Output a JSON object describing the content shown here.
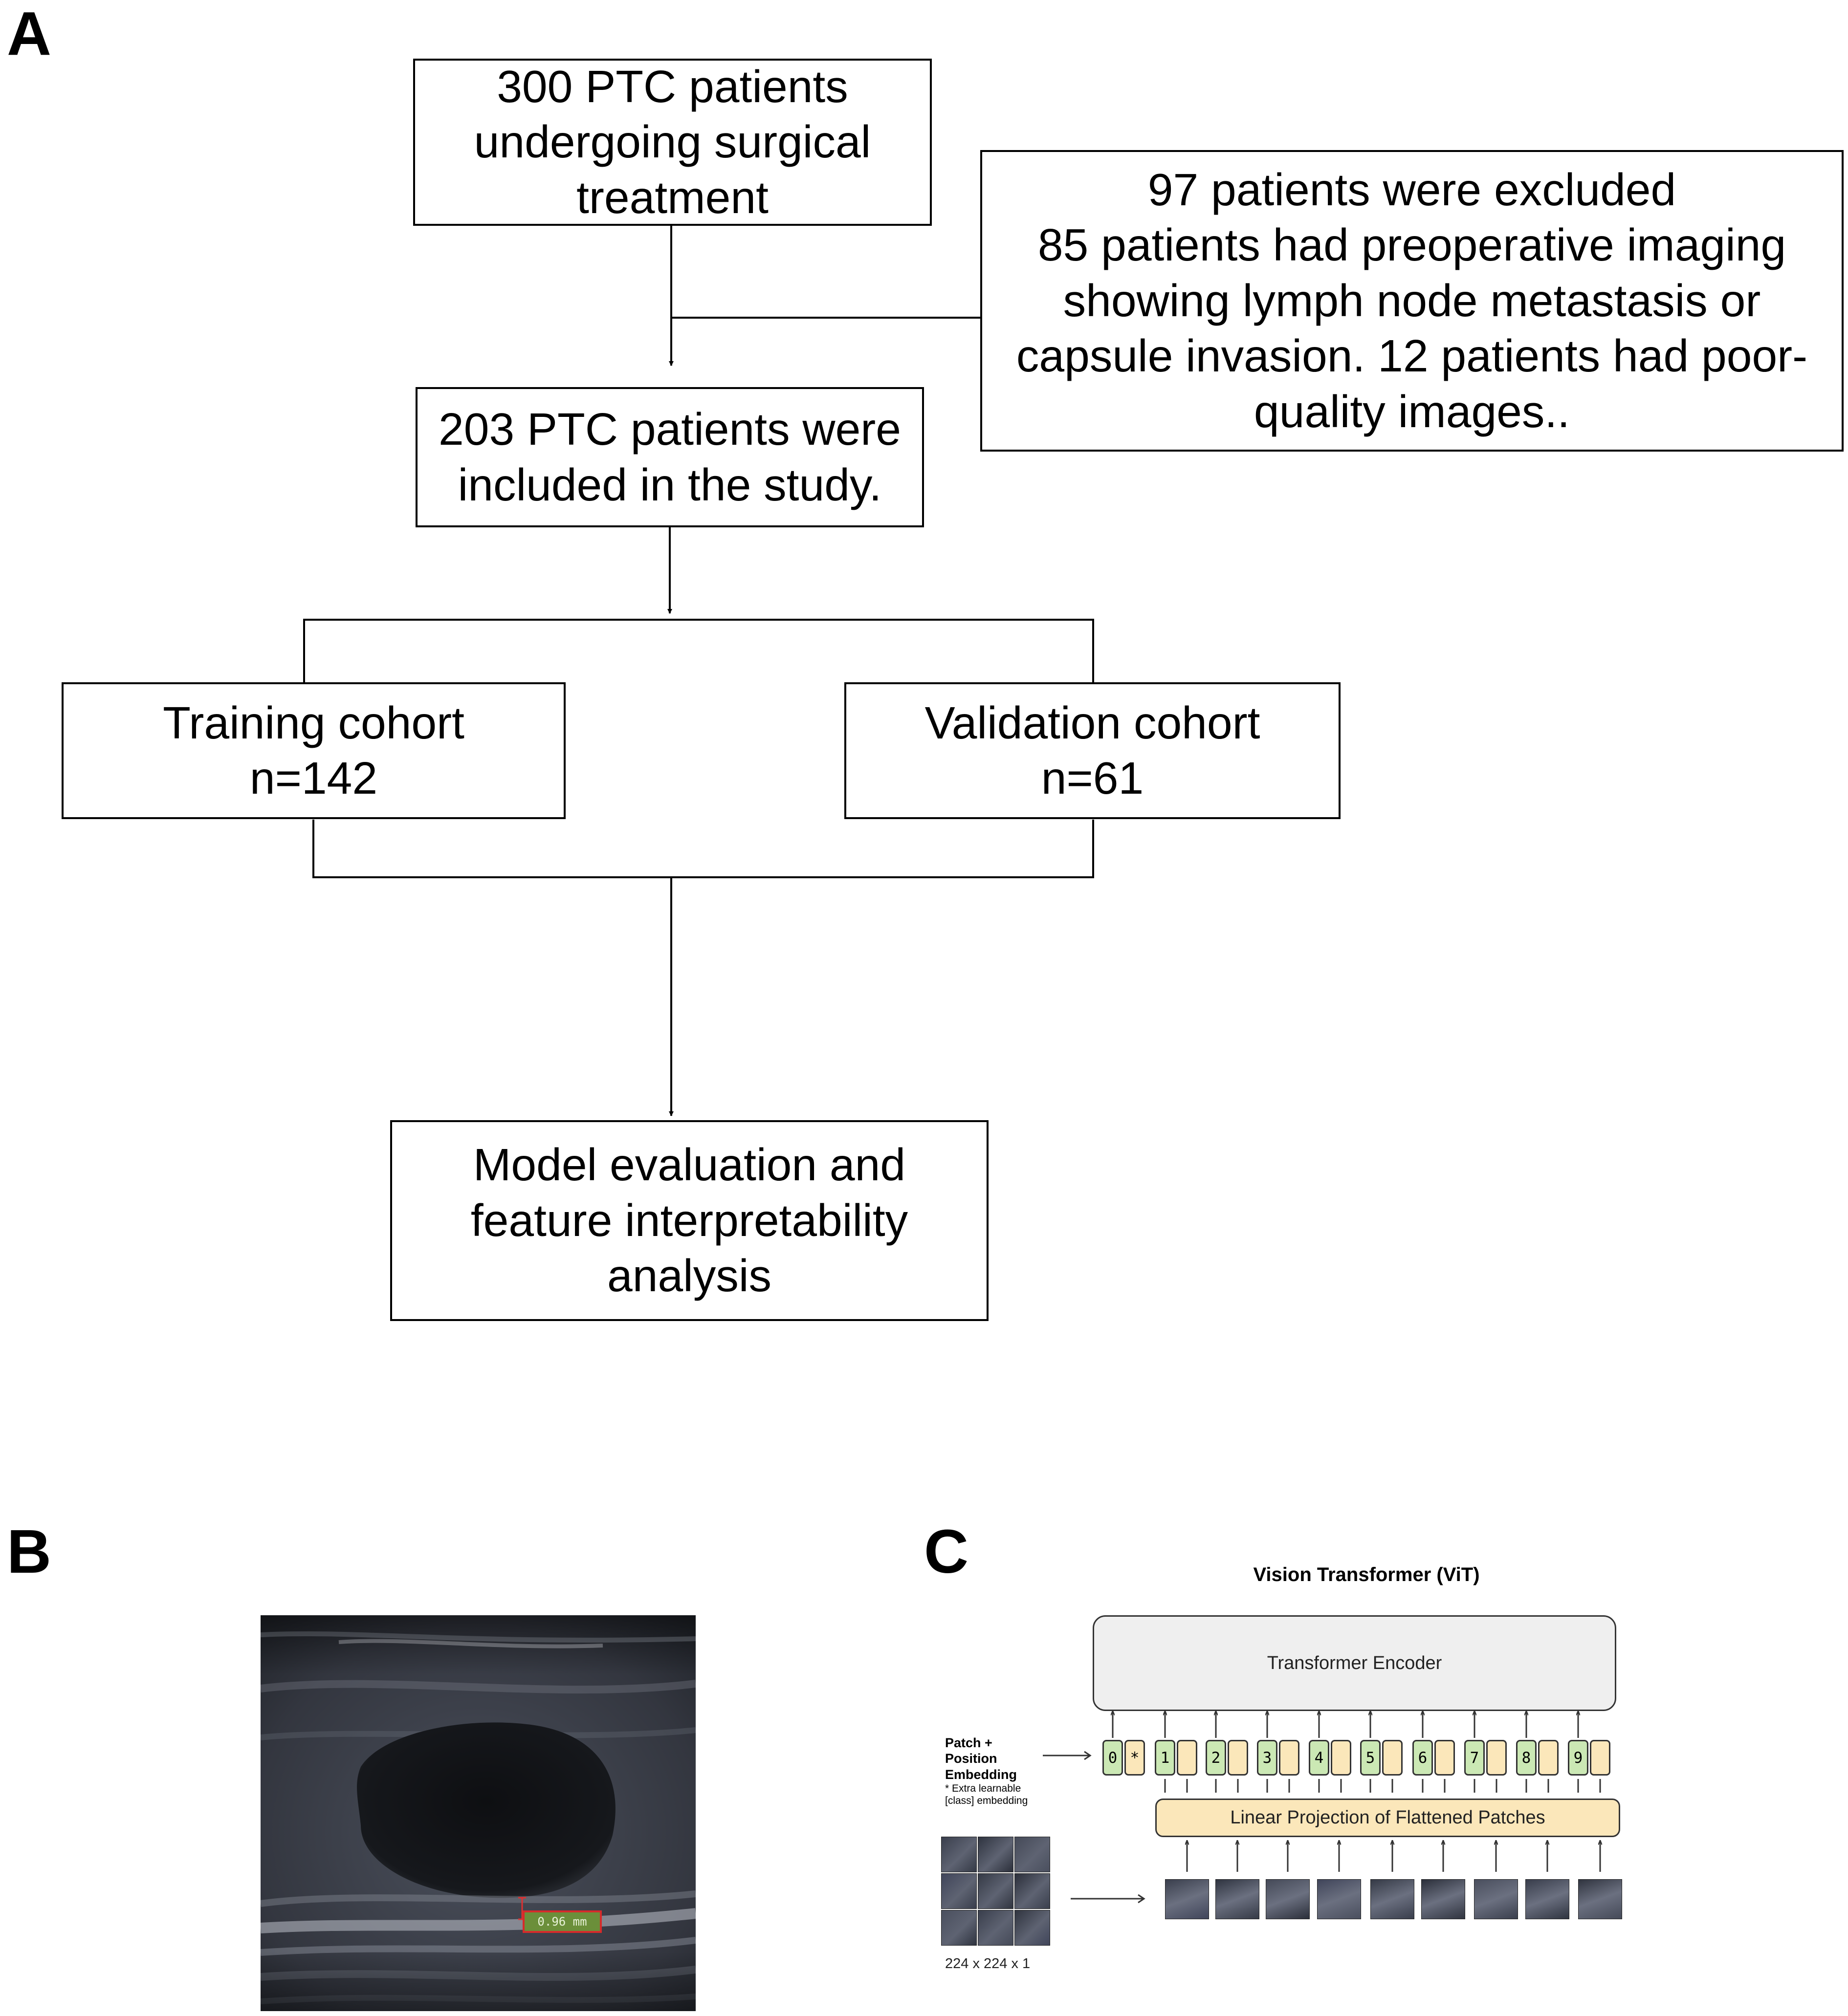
{
  "panels": {
    "a": "A",
    "b": "B",
    "c": "C"
  },
  "flowchart": {
    "start": "300 PTC patients\nundergoing surgical\ntreatment",
    "excluded": "97 patients were excluded\n85 patients had preoperative imaging\nshowing lymph node metastasis or\ncapsule invasion. 12 patients had poor-\nquality images..",
    "included": "203 PTC patients were\nincluded in the study.",
    "training": "Training cohort\nn=142",
    "validation": "Validation cohort\nn=61",
    "evaluation": "Model evaluation and\nfeature interpretability\nanalysis"
  },
  "ultrasound": {
    "measurement": "0.96 mm"
  },
  "vit": {
    "title": "Vision Transformer (ViT)",
    "encoder": "Transformer Encoder",
    "projection": "Linear Projection of Flattened Patches",
    "embedding_title": "Patch + Position Embedding",
    "embedding_note": "* Extra learnable [class] embedding",
    "class_token_mark": "*",
    "token_numbers": [
      "0",
      "1",
      "2",
      "3",
      "4",
      "5",
      "6",
      "7",
      "8",
      "9"
    ],
    "input_size": "224 x 224 x 1"
  }
}
